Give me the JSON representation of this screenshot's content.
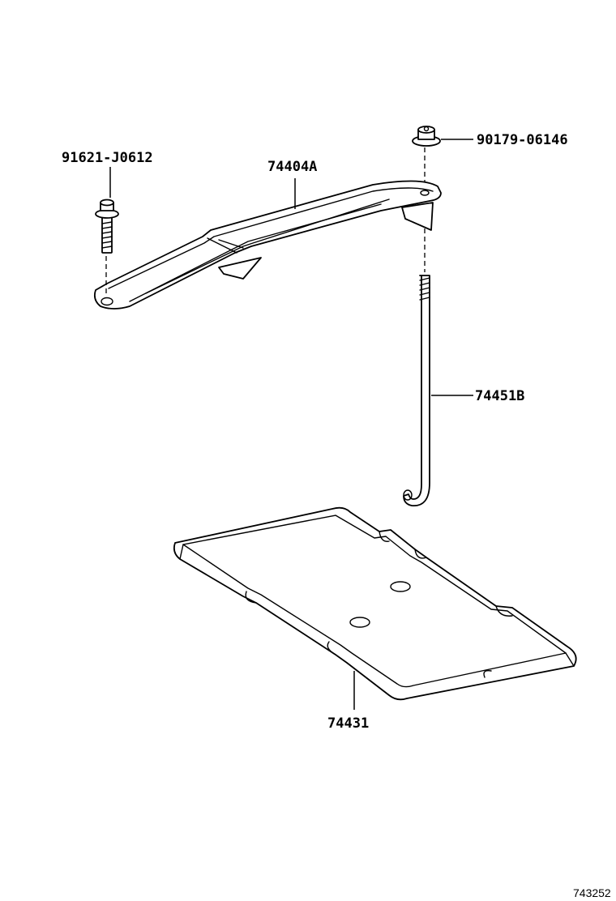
{
  "parts": {
    "hold_down_bolt": "91621-J0612",
    "clamp": "74404A",
    "nut": "90179-06146",
    "clamp_rod": "74451B",
    "tray": "74431"
  },
  "figure_id": "743252"
}
